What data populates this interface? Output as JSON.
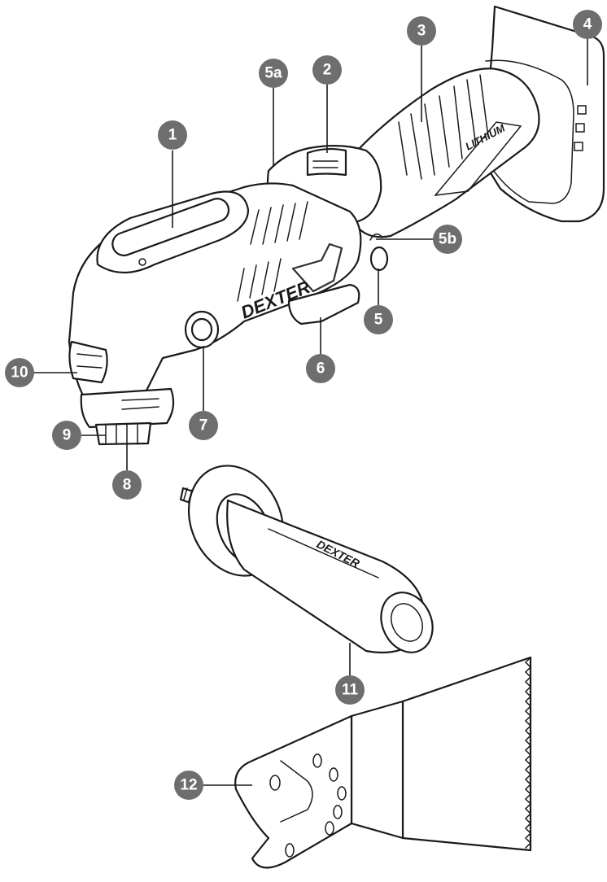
{
  "brand": {
    "tool_logo": "DEXTER",
    "handle_logo": "DEXTER",
    "battery_text": "LITHIUM"
  },
  "labels": {
    "l1": "1",
    "l2": "2",
    "l3": "3",
    "l4": "4",
    "l5": "5",
    "l5a": "5a",
    "l5b": "5b",
    "l6": "6",
    "l7": "7",
    "l8": "8",
    "l9": "9",
    "l10": "10",
    "l11": "11",
    "l12": "12"
  }
}
